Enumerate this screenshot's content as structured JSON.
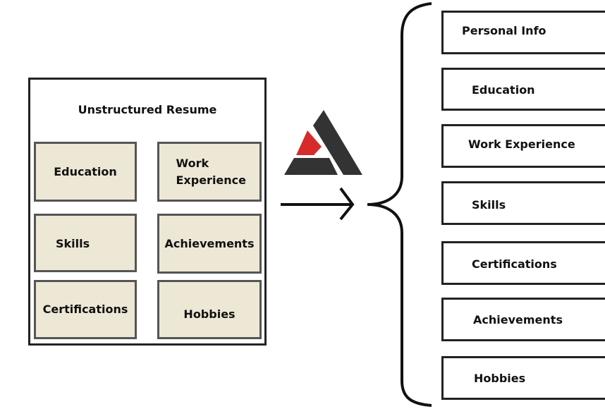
{
  "resume": {
    "title": "Unstructured Resume",
    "sections": [
      "Education",
      "Work Experience",
      "Skills",
      "Achievements",
      "Certifications",
      "Hobbies"
    ]
  },
  "structured": [
    "Personal Info",
    "Education",
    "Work Experience",
    "Skills",
    "Certifications",
    "Achievements",
    "Hobbies"
  ],
  "colors": {
    "logo_dark": "#333333",
    "logo_red": "#d62b2b",
    "section_fill": "#ede8d5"
  }
}
